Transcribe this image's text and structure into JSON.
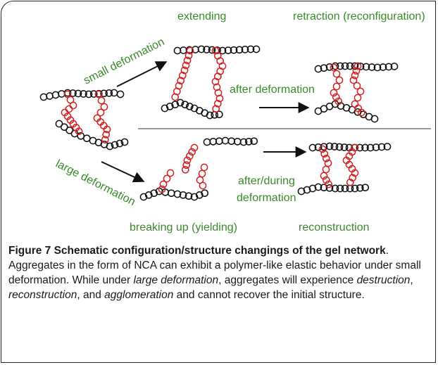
{
  "figure": {
    "labels": {
      "small_deformation": "small deformation",
      "extending": "extending",
      "retraction": "retraction (reconfiguration)",
      "after_deformation": "after deformation",
      "large_deformation": "large deformation",
      "after_during_1": "after/during",
      "after_during_2": "deformation",
      "breaking_up": "breaking up (yielding)",
      "reconstruction": "reconstruction"
    },
    "colors": {
      "label": "#3a8a2c",
      "chain": "#111111",
      "crosslink": "#d42020",
      "divider": "#9a9a9a"
    }
  },
  "caption": {
    "title": "Figure 7 Schematic configuration/structure changings of the gel network",
    "t1": ". Aggregates in the form of NCA can exhibit a polymer-like elastic behavior under small deformation. While under ",
    "i1": "large deformation",
    "t2": ", aggregates will experience ",
    "i2": "destruction",
    "t3": ", ",
    "i3": "reconstruction",
    "t4": ", and ",
    "i4": "agglomeration",
    "t5": " and cannot recover the initial structure."
  }
}
